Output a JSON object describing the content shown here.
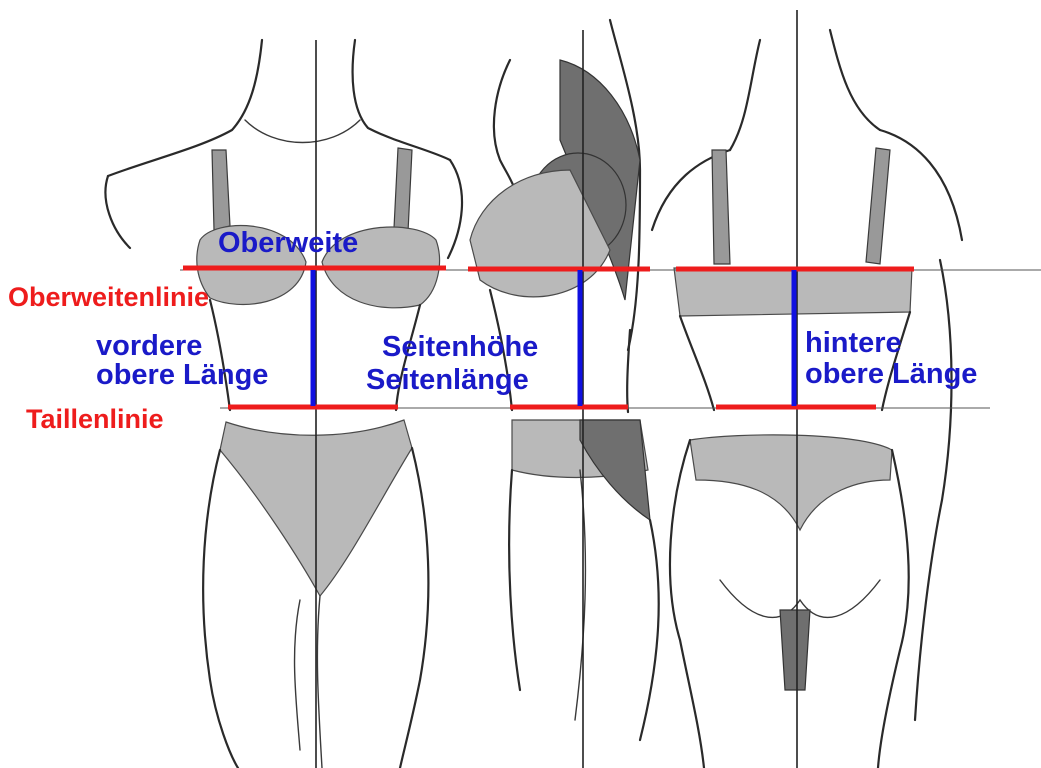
{
  "colors": {
    "measure_line_red": "#ee1c1c",
    "measure_line_blue": "#1010e0",
    "label_red": "#ee1c1c",
    "label_blue": "#1a1ac8"
  },
  "labels": {
    "oberweite": "Oberweite",
    "oberweitenlinie": "Oberweitenlinie",
    "vordere_line1": "vordere",
    "vordere_line2": "obere Länge",
    "seitenhoehe": "Seitenhöhe",
    "seitenlaenge": "Seitenlänge",
    "hintere_line1": "hintere",
    "hintere_line2": "obere Länge",
    "taillenlinie": "Taillenlinie"
  }
}
